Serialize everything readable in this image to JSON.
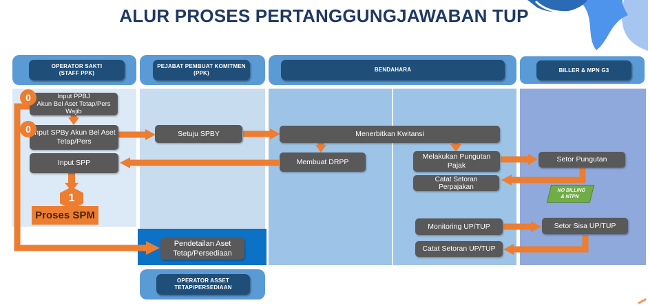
{
  "title": "ALUR PROSES PERTANGGUNGJAWABAN TUP",
  "colors": {
    "accent_orange": "#ED7D31",
    "header_outer_blue": "#5B9BD5",
    "header_inner_navy": "#1F4E79",
    "node_gray": "#595959",
    "lane_operator_sakti": "#DCE9F7",
    "lane_ppk": "#C8DCF0",
    "lane_bendahara": "#9DC3E6",
    "lane_biller_mpn": "#8FA9DC",
    "highlight_band_blue": "#0B72C6",
    "tag_green": "#70AD47",
    "title_navy": "#1F3864"
  },
  "lanes": [
    {
      "label": "OPERATOR SAKTI\n(STAFF PPK)"
    },
    {
      "label": "PEJABAT PEMBUAT KOMITMEN\n(PPK)"
    },
    {
      "label": "BENDAHARA"
    },
    {
      "label": "BILLER & MPN G3"
    }
  ],
  "footer": {
    "label": "OPERATOR ASSET\nTETAP/PERSEDIAAN"
  },
  "nodes": {
    "input_ppbj": {
      "label": "Input PPBJ\nAkun Bel Aset Tetap/Pers\nWajib",
      "badge": "0"
    },
    "input_spby": {
      "label": "Input SPBy Akun Bel Aset\nTetap/Pers",
      "badge": "0"
    },
    "input_spp": {
      "label": "Input SPP"
    },
    "proses_spm": {
      "label": "Proses SPM",
      "badge": "1"
    },
    "setuju_spby": {
      "label": "Setuju SPBY"
    },
    "pendetailan_aset": {
      "label": "Pendetailan Aset\nTetap/Persediaan"
    },
    "menerbitkan_kwitansi": {
      "label": "Menerbitkan Kwitansi"
    },
    "membuat_drpp": {
      "label": "Membuat DRPP"
    },
    "melakukan_pungutan_pajak": {
      "label": "Melakukan Pungutan\nPajak"
    },
    "catat_setoran_perpajakan": {
      "label": "Catat Setoran\nPerpajakan"
    },
    "monitoring_up_tup": {
      "label": "Monitoring UP/TUP"
    },
    "catat_setoran_up_tup": {
      "label": "Catat Setoran UP/TUP"
    },
    "setor_pungutan": {
      "label": "Setor Pungutan"
    },
    "setor_sisa_up_tup": {
      "label": "Setor Sisa UP/TUP"
    },
    "no_billing_ntpn": {
      "label": "NO BILLING\n& NTPN"
    }
  }
}
